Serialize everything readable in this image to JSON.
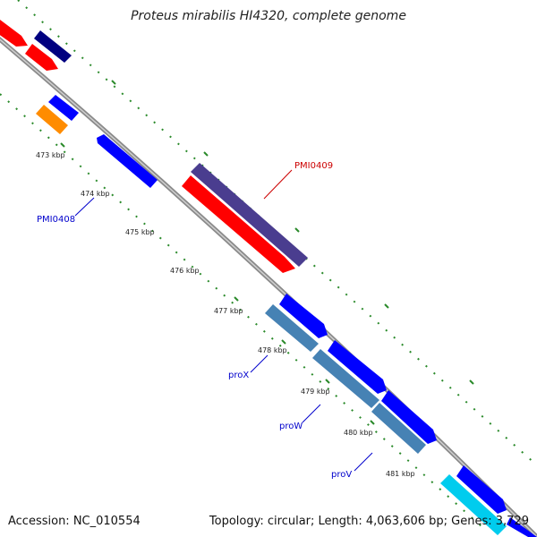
{
  "title": "Proteus mirabilis HI4320, complete genome",
  "footer": {
    "accession": "Accession: NC_010554",
    "topology": "Topology: circular; Length: 4,063,606 bp; Genes: 3,729"
  },
  "ticks": [
    "473 kbp",
    "474 kbp",
    "475 kbp",
    "476 kbp",
    "477 kbp",
    "478 kbp",
    "479 kbp",
    "480 kbp",
    "481 kbp"
  ],
  "gene_labels": [
    {
      "name": "PMI0409",
      "color": "#cc0000"
    },
    {
      "name": "PMI0408",
      "color": "#0000cc"
    },
    {
      "name": "proX",
      "color": "#0000cc"
    },
    {
      "name": "proW",
      "color": "#0000cc"
    },
    {
      "name": "proV",
      "color": "#0000cc"
    }
  ],
  "colors": {
    "backbone": "#8a8a8a",
    "track_dots": "#2a8a2a",
    "red": "#ff0000",
    "navy": "#000080",
    "blue": "#0000ff",
    "orange": "#ff8c00",
    "slate": "#4a3d8f",
    "steel": "#4682b4",
    "cyan": "#00ccee"
  }
}
